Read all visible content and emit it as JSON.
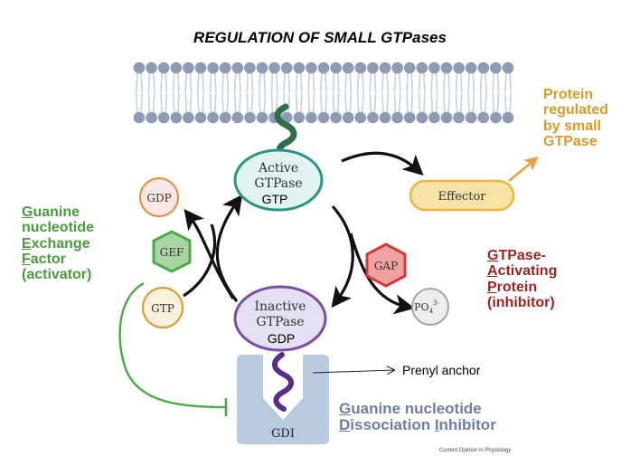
{
  "title": "REGULATION OF SMALL GTPases",
  "nodes": {
    "active_gtpase": {
      "line1": "Active",
      "line2": "GTPase",
      "nucleotide": "GTP"
    },
    "inactive_gtpase": {
      "line1": "Inactive",
      "line2": "GTPase",
      "nucleotide": "GDP"
    },
    "effector": "Effector",
    "gdp_released": "GDP",
    "gtp_bound": "GTP",
    "gef": "GEF",
    "gap": "GAP",
    "phosphate": {
      "base": "PO",
      "sub": "4",
      "sup": "3-"
    },
    "gdi": "GDI"
  },
  "labels": {
    "gef": {
      "lines": [
        {
          "initial": "G",
          "rest": "uanine"
        },
        {
          "initial": "",
          "rest": "nucleotide"
        },
        {
          "initial": "E",
          "rest": "xchange"
        },
        {
          "initial": "F",
          "rest": "actor"
        },
        {
          "initial": "",
          "rest": "(activator)"
        }
      ]
    },
    "gap": {
      "lines": [
        {
          "initial": "G",
          "rest": "TPase-"
        },
        {
          "initial": "A",
          "rest": "ctivating"
        },
        {
          "initial": "P",
          "rest": "rotein"
        },
        {
          "initial": "",
          "rest": "(inhibitor)"
        }
      ]
    },
    "effector": {
      "lines": [
        "Protein",
        "regulated",
        "by small",
        "GTPase"
      ]
    },
    "gdi": {
      "lines": [
        {
          "initial1": "G",
          "rest1": "uanine nucleotide"
        },
        {
          "initial1": "D",
          "rest1": "issociation ",
          "initial2": "I",
          "rest2": "nhibitor"
        }
      ]
    },
    "prenyl_anchor": "Prenyl anchor",
    "credit": "Current Opinion in Physiology"
  },
  "colors": {
    "membrane_head": "#8e9bb3",
    "membrane_tail": "#c5d0e0",
    "active_fill": "#e2f4f1",
    "active_stroke": "#2a9585",
    "inactive_fill": "#e4dff2",
    "inactive_stroke": "#7a4fa3",
    "effector_fill": "#f8e3a6",
    "effector_stroke": "#eeb441",
    "gdp_fill": "#fbe8e4",
    "gdp_stroke": "#e08a3c",
    "gtp_fill": "#fbf0d9",
    "gtp_stroke": "#d8982e",
    "gef_fill": "#a9d5a6",
    "gef_stroke": "#4aaa45",
    "gap_fill": "#f0a2a2",
    "gap_stroke": "#d23a3a",
    "po4_fill": "#eeeeee",
    "po4_stroke": "#a5a5a5",
    "gdi_fill": "#b9cadf",
    "anchor_active": "#2e6e4a",
    "anchor_inactive": "#5a2d8c",
    "gef_text": "#4a9c3a",
    "gap_text": "#9e2424",
    "effector_text": "#d99a2b",
    "gdi_text": "#6e7fa3"
  }
}
